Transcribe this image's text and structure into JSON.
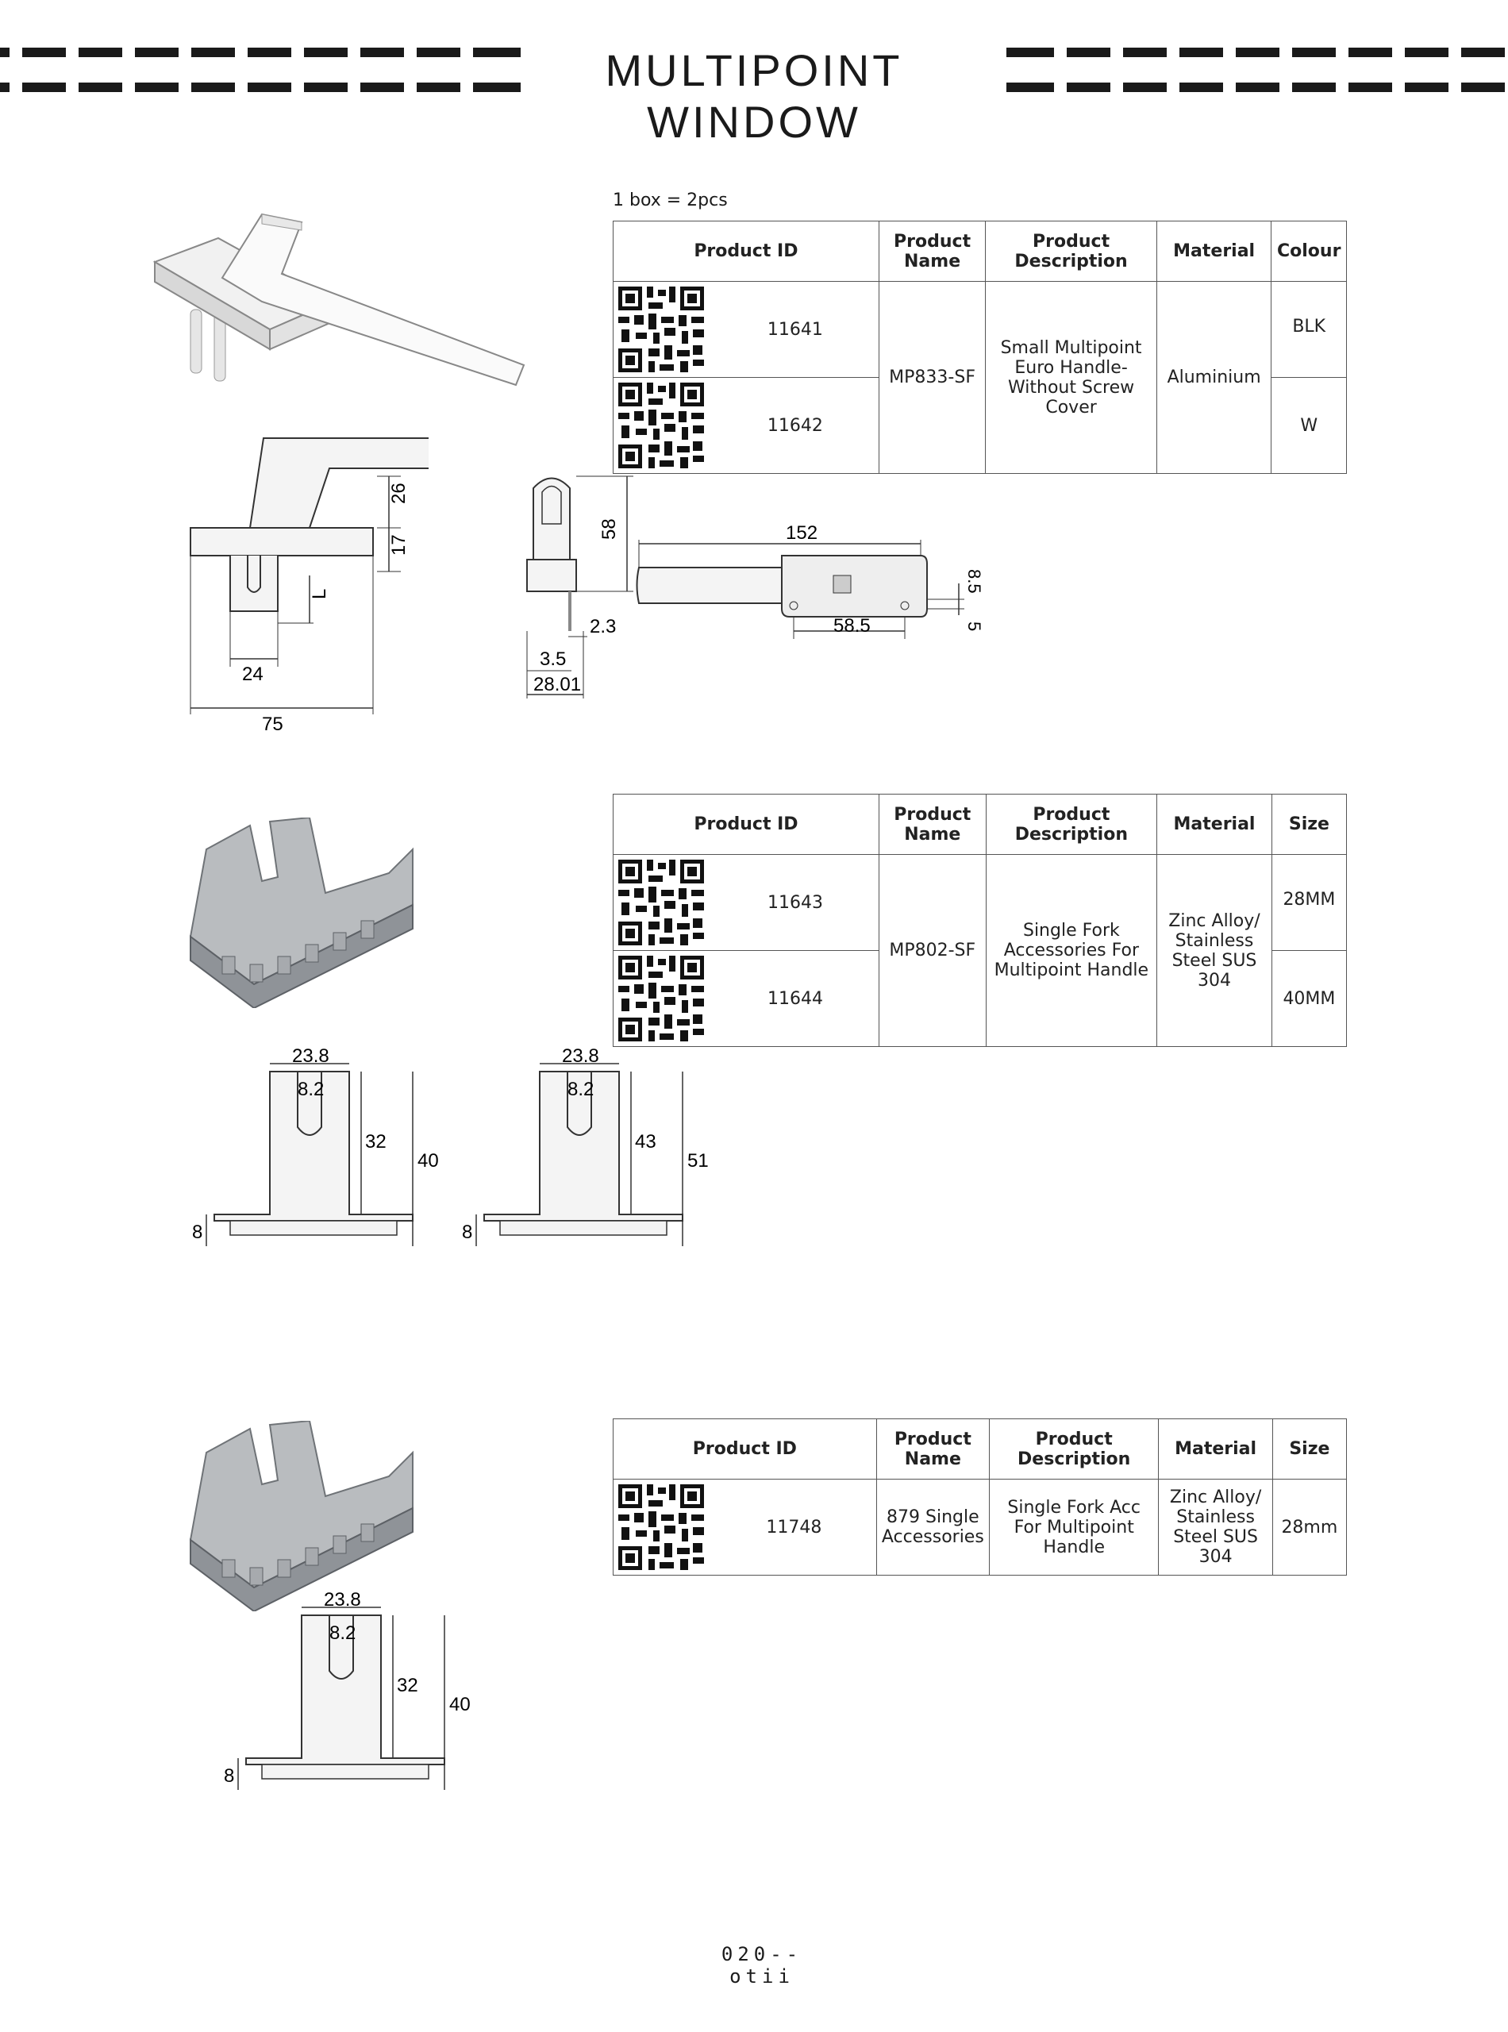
{
  "header": {
    "title": "MULTIPOINT WINDOW"
  },
  "section1": {
    "note": "1 box = 2pcs",
    "columns": [
      "Product ID",
      "Product Name",
      "Product Description",
      "Material",
      "Colour"
    ],
    "ids": [
      "11641",
      "11642"
    ],
    "name": "MP833-SF",
    "description": "Small Multipoint Euro Handle-Without Screw Cover",
    "material": "Aluminium",
    "colours": [
      "BLK",
      "W"
    ],
    "dims": {
      "d26": "26",
      "d17": "17",
      "dL": "L",
      "d24": "24",
      "d75": "75",
      "d58": "58",
      "d2_3": "2.3",
      "d3_5": "3.5",
      "d28_01": "28.01",
      "d152": "152",
      "d8_5": "8.5",
      "d58_5": "58.5",
      "d5": "5"
    }
  },
  "section2": {
    "columns": [
      "Product ID",
      "Product Name",
      "Product Description",
      "Material",
      "Size"
    ],
    "ids": [
      "11643",
      "11644"
    ],
    "name": "MP802-SF",
    "description": "Single Fork Accessories For Multipoint Handle",
    "material": "Zinc Alloy/ Stainless Steel SUS 304",
    "sizes": [
      "28MM",
      "40MM"
    ],
    "dims": {
      "a_w": "23.8",
      "a_slot": "8.2",
      "a_h1": "32",
      "a_h2": "40",
      "a_base": "8",
      "b_w": "23.8",
      "b_slot": "8.2",
      "b_h1": "43",
      "b_h2": "51",
      "b_base": "8"
    }
  },
  "section3": {
    "columns": [
      "Product ID",
      "Product Name",
      "Product Description",
      "Material",
      "Size"
    ],
    "id": "11748",
    "name": "879 Single Accessories",
    "description": "Single Fork Acc For Multipoint Handle",
    "material": "Zinc Alloy/ Stainless Steel SUS 304",
    "size": "28mm",
    "dims": {
      "w": "23.8",
      "slot": "8.2",
      "h1": "32",
      "h2": "40",
      "base": "8"
    }
  },
  "footer": {
    "page": "020--otii"
  }
}
